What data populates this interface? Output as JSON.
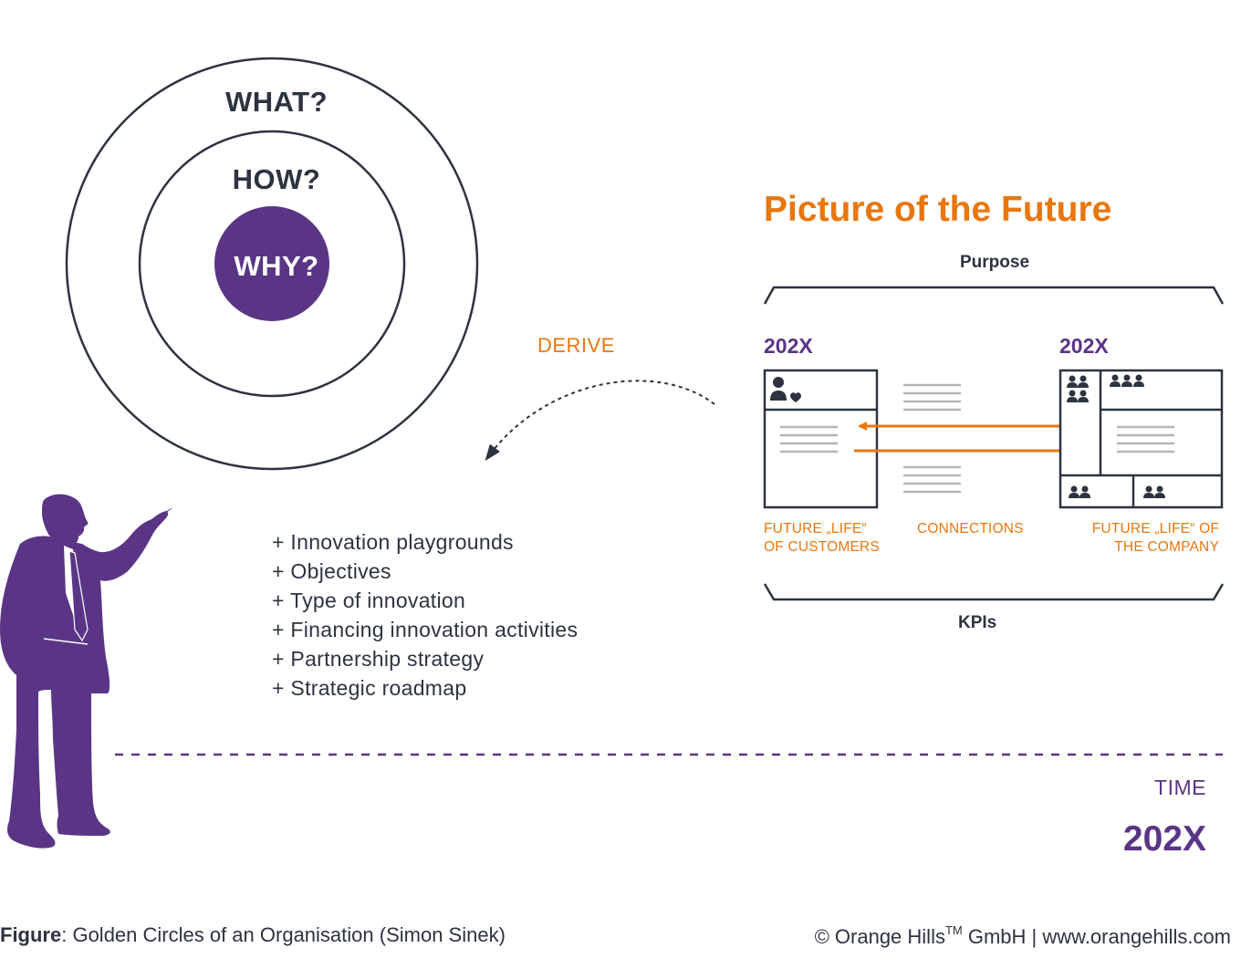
{
  "circles": {
    "outer_label": "WHAT?",
    "middle_label": "HOW?",
    "inner_label": "WHY?"
  },
  "derive_label": "DERIVE",
  "innovation_list": [
    "+ Innovation playgrounds",
    "+ Objectives",
    "+ Type of innovation",
    "+ Financing innovation activities",
    "+ Partnership strategy",
    "+ Strategic roadmap"
  ],
  "picture_of_future": {
    "title": "Picture of the Future",
    "top_label": "Purpose",
    "bottom_label": "KPIs",
    "left_year": "202X",
    "right_year": "202X",
    "left_caption_line1": "FUTURE „LIFE“",
    "left_caption_line2": "OF CUSTOMERS",
    "middle_caption": "CONNECTIONS",
    "right_caption_line1": "FUTURE „LIFE“ OF",
    "right_caption_line2": "THE  COMPANY"
  },
  "timeline": {
    "label": "TIME",
    "year": "202X"
  },
  "footer": {
    "figure_prefix": "Figure",
    "figure_text": ": Golden Circles of an Organisation (Simon Sinek)",
    "copyright_prefix": "© Orange Hills",
    "trademark": "TM",
    "copyright_suffix": " GmbH | www.orangehills.com"
  },
  "colors": {
    "purple": "#5a3585",
    "orange": "#e8770f",
    "dark": "#2d3340",
    "gray_lines": "#b5b5b5"
  },
  "icons": [
    "person-heart-icon",
    "group-icon",
    "pointing-man-silhouette-icon"
  ]
}
